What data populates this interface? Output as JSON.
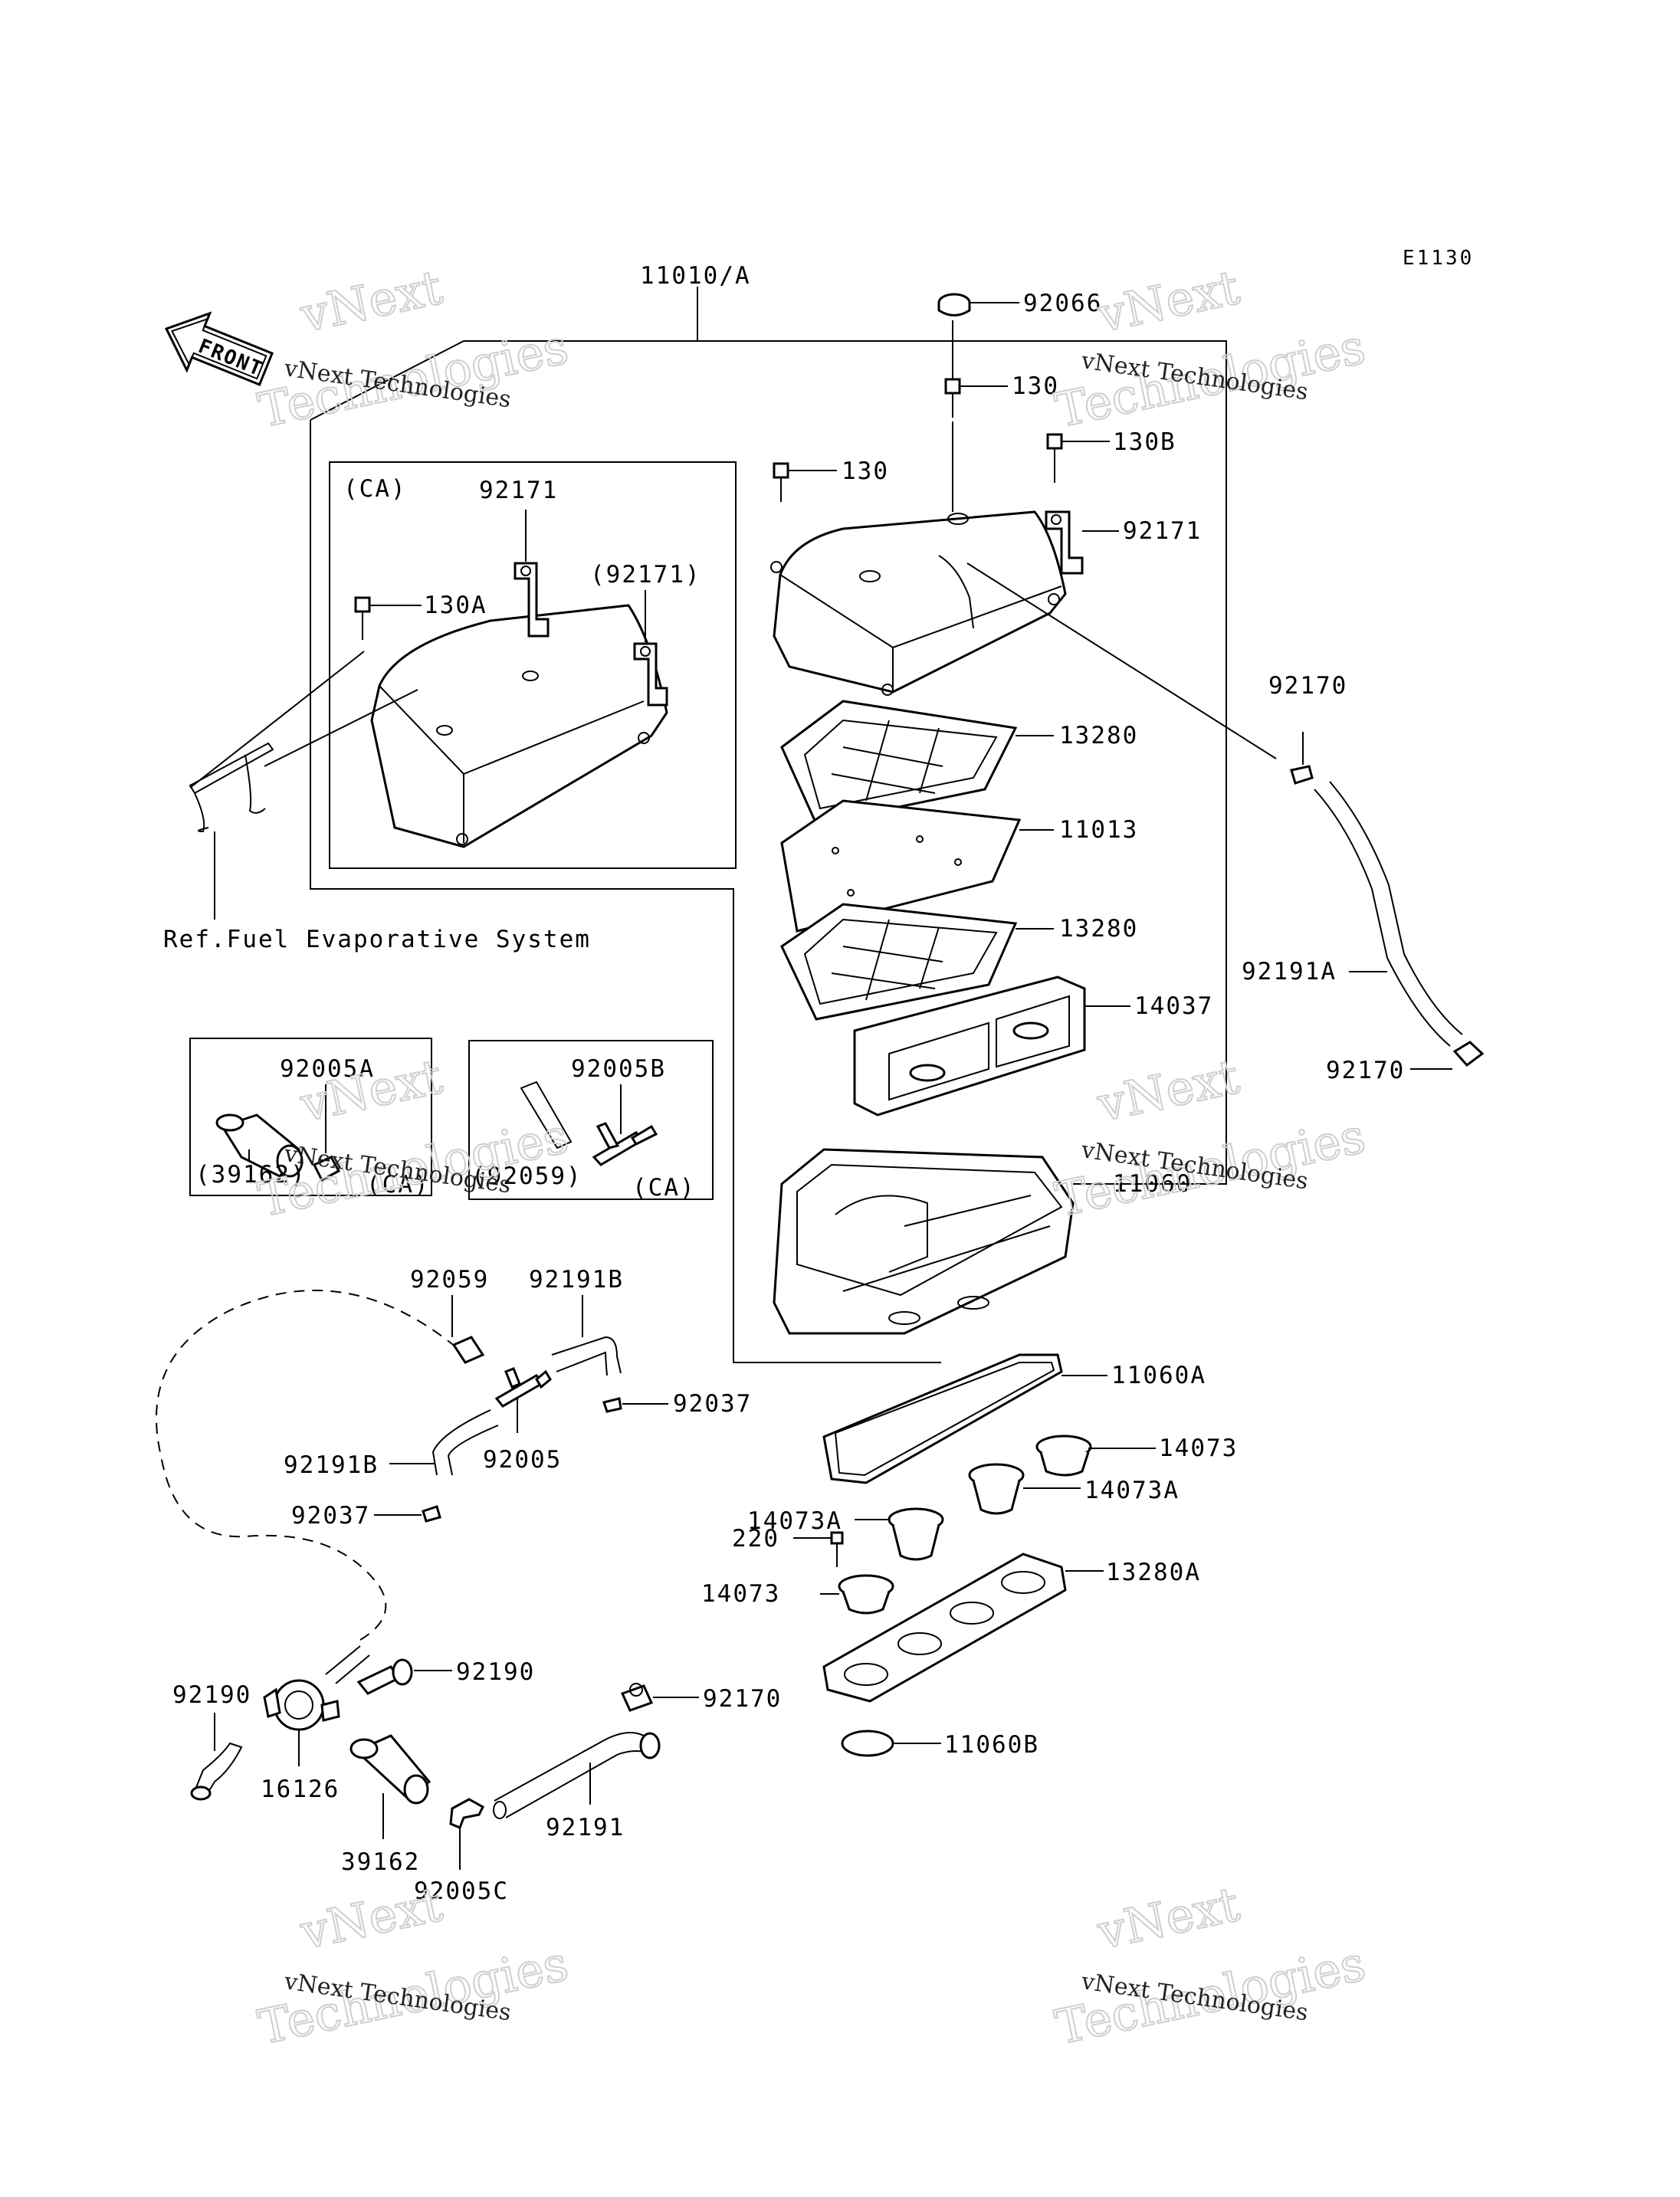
{
  "diagram_code": "E1130",
  "front_label": "FRONT",
  "watermark": {
    "line1": "vNext Technologies",
    "line2": "Technologies",
    "line3": "vNext"
  },
  "ref_note": "Ref.Fuel Evaporative System",
  "ca_tags": [
    "(CA)",
    "(CA)",
    "(CA)"
  ],
  "part_labels": {
    "p11010a": "11010/A",
    "p92066": "92066",
    "p130_top": "130",
    "p130_left": "130",
    "p130b": "130B",
    "p92171_right": "92171",
    "p92171_box": "92171",
    "p92171_box_paren": "(92171)",
    "p130a": "130A",
    "p92170_a": "92170",
    "p13280_top": "13280",
    "p11013": "11013",
    "p13280_mid": "13280",
    "p14037": "14037",
    "p92191a": "92191A",
    "p92170_b": "92170",
    "p92005a": "92005A",
    "p39162_paren": "(39162)",
    "p92005b": "92005B",
    "p92059_paren": "(92059)",
    "p11060": "11060",
    "p92059": "92059",
    "p92191b_top": "92191B",
    "p92037_right": "92037",
    "p92191b_left": "92191B",
    "p92005": "92005",
    "p92037_left": "92037",
    "p11060a": "11060A",
    "p14073_right": "14073",
    "p14073a_right": "14073A",
    "p14073a_left": "14073A",
    "p220": "220",
    "p14073_left": "14073",
    "p13280a": "13280A",
    "p92190_right": "92190",
    "p92190_left": "92190",
    "p92170_c": "92170",
    "p16126": "16126",
    "p11060b": "11060B",
    "p39162": "39162",
    "p92191": "92191",
    "p92005c": "92005C"
  }
}
